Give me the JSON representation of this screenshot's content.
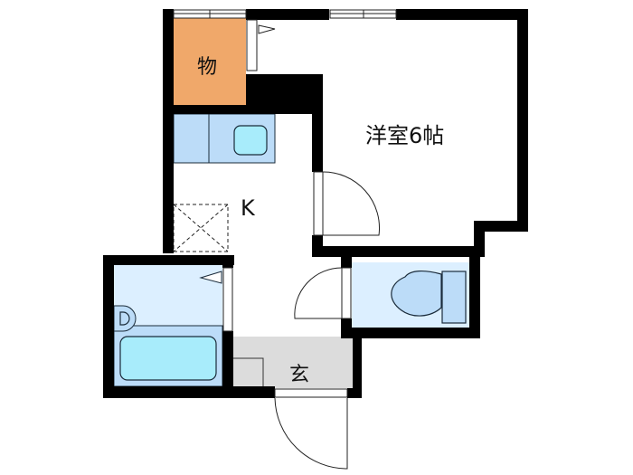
{
  "plan": {
    "rooms": [
      {
        "id": "storage",
        "label": "物",
        "color": "#f0a86a"
      },
      {
        "id": "western_room",
        "label": "洋室6帖",
        "color": "#ffffff"
      },
      {
        "id": "kitchen",
        "label": "K",
        "color": "#ffffff"
      },
      {
        "id": "toilet",
        "label": "",
        "color": "#dcefff"
      },
      {
        "id": "bath",
        "label": "",
        "color": "#dcefff"
      },
      {
        "id": "entrance",
        "label": "玄",
        "color": "#dcdcdc"
      }
    ],
    "fixtures": {
      "kitchen_counter_color": "#bcdcf8",
      "sink_color": "#a8ecfb",
      "bathtub_color": "#a8ecfb",
      "toilet_color": "#bcdcf8"
    },
    "wall_color": "#000000"
  }
}
